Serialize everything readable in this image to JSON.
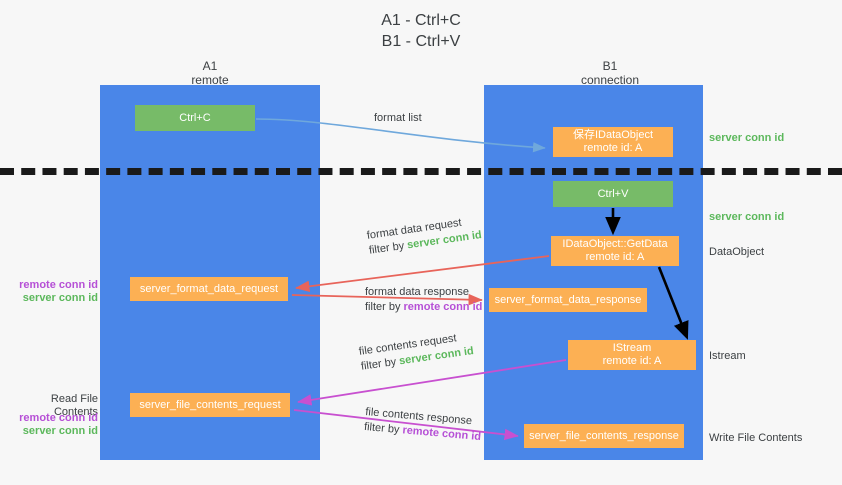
{
  "title": {
    "line1": "A1 - Ctrl+C",
    "line2": "B1 - Ctrl+V"
  },
  "lanes": [
    {
      "name": "A1",
      "sub": "remote",
      "color": "#4a86e8"
    },
    {
      "name": "B1",
      "sub": "connection",
      "color": "#4a86e8"
    }
  ],
  "boxes": {
    "ctrl_c": {
      "label": "Ctrl+C",
      "color": "#77bb68"
    },
    "save_idataobject": {
      "line1": "保存IDataObject",
      "line2": "remote id: A",
      "color": "#fcb054"
    },
    "ctrl_v": {
      "label": "Ctrl+V",
      "color": "#77bb68"
    },
    "getdata": {
      "line1": "IDataObject::GetData",
      "line2": "remote id: A",
      "color": "#fcb054"
    },
    "istream": {
      "line1": "IStream",
      "line2": "remote id: A",
      "color": "#fcb054"
    },
    "server_format_data_request": {
      "label": "server_format_data_request",
      "color": "#fcb054"
    },
    "server_format_data_response": {
      "label": "server_format_data_response",
      "color": "#fcb054"
    },
    "server_file_contents_request": {
      "label": "server_file_contents_request",
      "color": "#fcb054"
    },
    "server_file_contents_response": {
      "label": "server_file_contents_response",
      "color": "#fcb054"
    }
  },
  "annotations": {
    "format_list": "format list",
    "format_data_request": "format data request",
    "format_data_request_filter_prefix": "filter by ",
    "format_data_request_filter_value": "server conn id",
    "format_data_response": "format data response",
    "format_data_response_filter_prefix": "filter by ",
    "format_data_response_filter_value": "remote conn id",
    "file_contents_request": "file contents request",
    "file_contents_request_filter_prefix": "filter by ",
    "file_contents_request_filter_value": "server conn id",
    "file_contents_response": "file contents response",
    "file_contents_response_filter_prefix": "filter by ",
    "file_contents_response_filter_value": "remote conn id"
  },
  "side_labels": {
    "server_conn_id_top": "server conn id",
    "server_conn_id_mid": "server conn id",
    "dataobject": "DataObject",
    "istream": "Istream",
    "write_file_contents": "Write File Contents",
    "read_file_contents": "Read File Contents",
    "remote_conn_id": "remote conn id",
    "server_conn_id": "server conn id"
  },
  "colors": {
    "lane_blue": "#4a86e8",
    "box_green": "#77bb68",
    "box_orange": "#fcb054",
    "green_text": "#5cb85c",
    "purple_text": "#b650d6",
    "arrow_blue": "#6fa8dc",
    "arrow_red": "#e8645a",
    "arrow_magenta": "#c850d0",
    "arrow_black": "#000000",
    "background": "#f7f7f7"
  }
}
